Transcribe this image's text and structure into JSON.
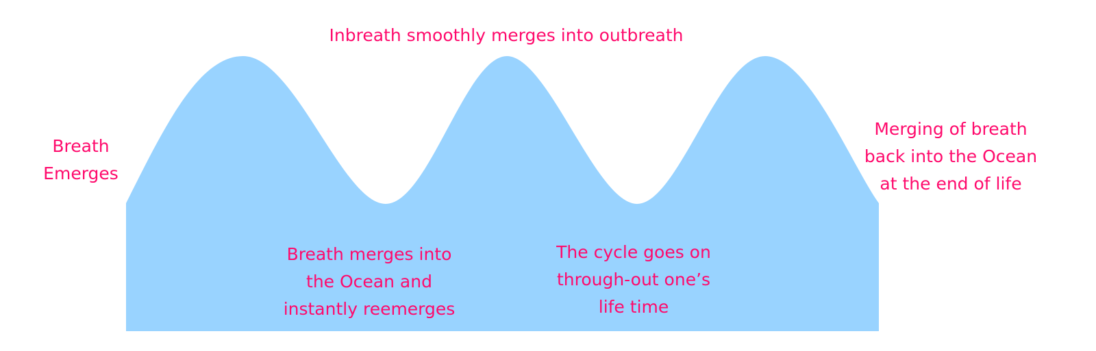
{
  "colors": {
    "wave_fill": "#99d3ff",
    "text": "#ff0a6c"
  },
  "labels": {
    "top": "Inbreath smoothly merges into outbreath",
    "left": [
      "Breath",
      "Emerges"
    ],
    "right": [
      "Merging of breath",
      "back into the Ocean",
      "at the end of life"
    ],
    "trough1": [
      "Breath merges into",
      "the Ocean and",
      "instantly reemerges"
    ],
    "trough2": [
      "The cycle goes on",
      "through-out one’s",
      "life time"
    ]
  }
}
